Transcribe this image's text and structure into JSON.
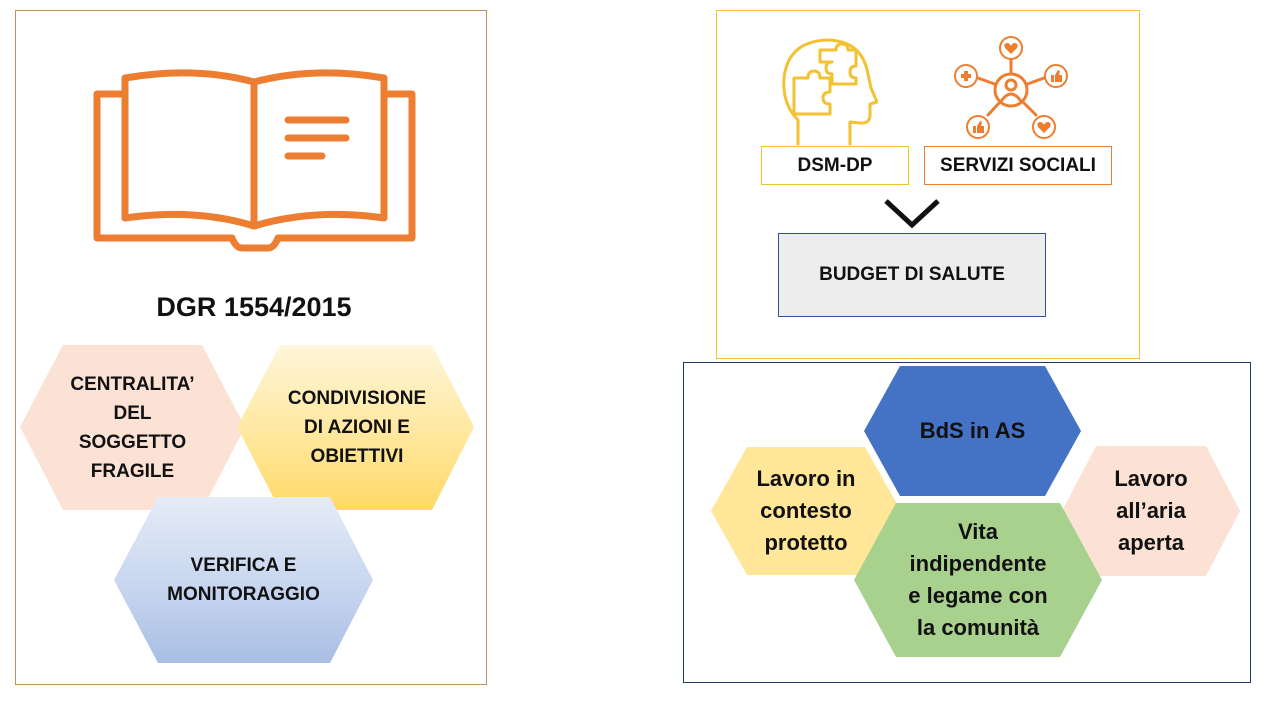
{
  "left_panel": {
    "title": "DGR 1554/2015",
    "hexagons": [
      {
        "label": "CENTRALITA’\nDEL\nSOGGETTO\nFRAGILE"
      },
      {
        "label": "CONDIVISIONE\nDI AZIONI E\nOBIETTIVI"
      },
      {
        "label": "VERIFICA E\nMONITORAGGIO"
      }
    ]
  },
  "top_right_panel": {
    "box_dsm": "DSM-DP",
    "box_servizi": "SERVIZI SOCIALI",
    "box_budget": "BUDGET DI SALUTE"
  },
  "bottom_right_panel": {
    "hexagons": [
      {
        "label": "BdS in AS"
      },
      {
        "label": "Lavoro in\ncontesto\nprotetto"
      },
      {
        "label": "Vita\nindipendente\ne legame con\nla comunità"
      },
      {
        "label": "Lavoro\nall’aria\naperta"
      }
    ]
  },
  "colors": {
    "orange": "#ED7D31",
    "gold": "#F2C232",
    "navy": "#1F3864",
    "blue": "#4472C4",
    "green": "#A9D18E",
    "peach": "#FBE2D5",
    "yellow": "#FFE699",
    "grey": "#EDEDED"
  }
}
